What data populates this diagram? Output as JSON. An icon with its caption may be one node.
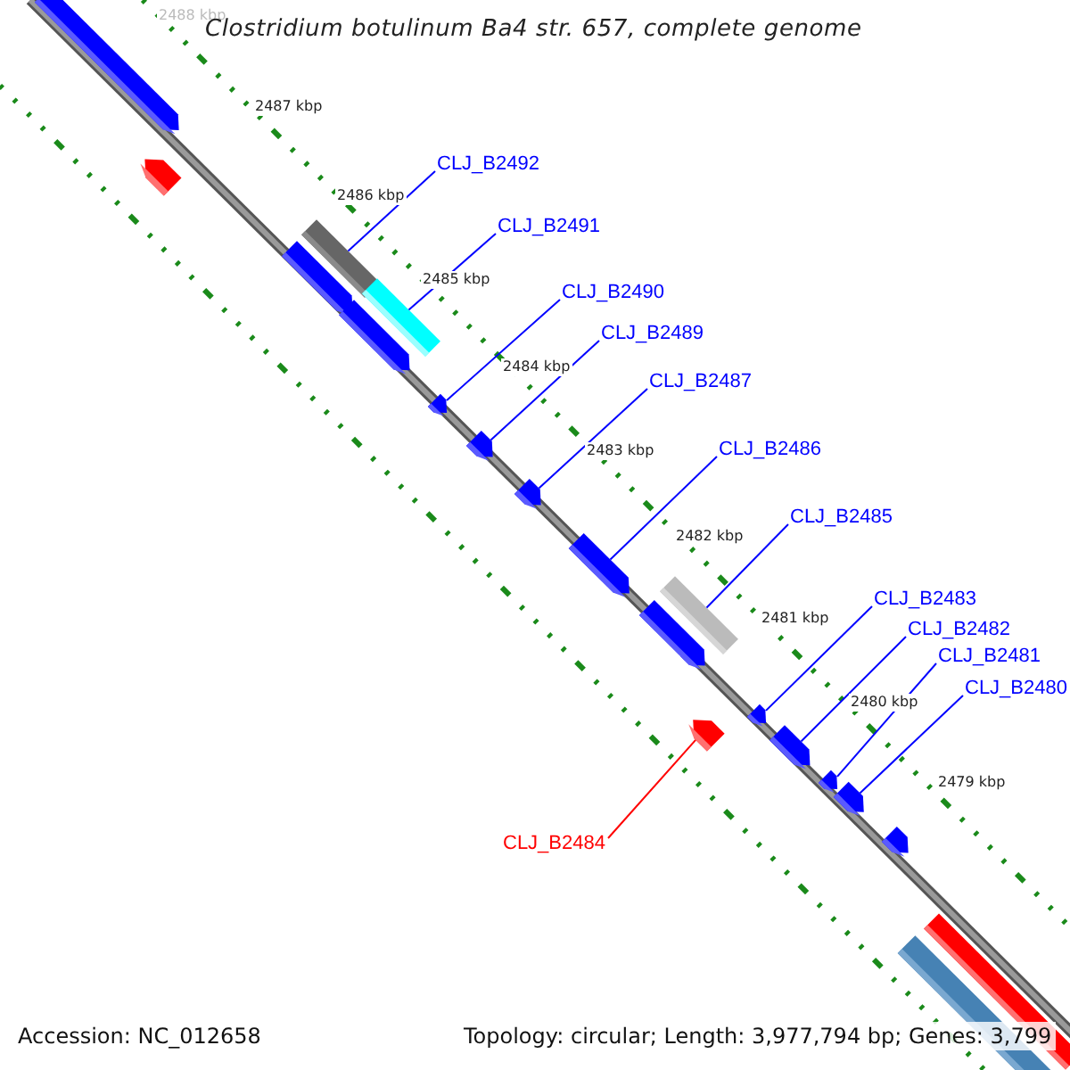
{
  "diagram": {
    "title": "Clostridium botulinum Ba4 str. 657, complete genome",
    "nodes": [
      {
        "text": [
          "CLJ_B2492"
        ]
      },
      {
        "text": [
          "CLJ_B2491"
        ]
      },
      {
        "text": [
          "CLJ_B2490"
        ]
      },
      {
        "text": [
          "CLJ_B2489"
        ]
      },
      {
        "text": [
          "CLJ_B2487"
        ]
      },
      {
        "text": [
          "CLJ_B2486"
        ]
      },
      {
        "text": [
          "CLJ_B2485"
        ]
      },
      {
        "text": [
          "CLJ_B2483"
        ]
      },
      {
        "text": [
          "CLJ_B2482"
        ]
      },
      {
        "text": [
          "CLJ_B2481"
        ]
      },
      {
        "text": [
          "CLJ_B2480"
        ]
      },
      {
        "text": [
          "CLJ_B2484"
        ]
      },
      {
        "text": [],
        "shape": "arrow"
      },
      {
        "text": [],
        "shape": "arrow"
      },
      {
        "text": [],
        "shape": "arrow"
      },
      {
        "text": [],
        "shape": "bar"
      },
      {
        "text": [],
        "shape": "arrow"
      },
      {
        "text": [],
        "shape": "bar"
      },
      {
        "text": [],
        "shape": "arrow"
      },
      {
        "text": [],
        "shape": "arrow"
      },
      {
        "text": [],
        "shape": "arrow"
      },
      {
        "text": [],
        "shape": "arrow"
      },
      {
        "text": [],
        "shape": "arrow"
      },
      {
        "text": [],
        "shape": "bar"
      },
      {
        "text": [],
        "shape": "arrow"
      },
      {
        "text": [],
        "shape": "arrow"
      },
      {
        "text": [],
        "shape": "arrow"
      },
      {
        "text": [],
        "shape": "arrow"
      },
      {
        "text": [],
        "shape": "arrow"
      },
      {
        "text": [],
        "shape": "arrow"
      },
      {
        "text": [],
        "shape": "bar"
      },
      {
        "text": [],
        "shape": "bar"
      }
    ],
    "edges": [
      {
        "from": 0,
        "to": 15,
        "arrow": "none"
      },
      {
        "from": 1,
        "to": 17,
        "arrow": "none"
      },
      {
        "from": 2,
        "to": 18,
        "arrow": "none"
      },
      {
        "from": 3,
        "to": 19,
        "arrow": "none"
      },
      {
        "from": 4,
        "to": 20,
        "arrow": "none"
      },
      {
        "from": 5,
        "to": 21,
        "arrow": "none"
      },
      {
        "from": 6,
        "to": 23,
        "arrow": "none"
      },
      {
        "from": 7,
        "to": 25,
        "arrow": "none"
      },
      {
        "from": 8,
        "to": 26,
        "arrow": "none"
      },
      {
        "from": 9,
        "to": 27,
        "arrow": "none"
      },
      {
        "from": 10,
        "to": 28,
        "arrow": "none"
      },
      {
        "from": 11,
        "to": 24,
        "arrow": "none",
        "color": "#ff0000"
      }
    ],
    "labels": [
      "2488 kbp",
      "2487 kbp",
      "2486 kbp",
      "2485 kbp",
      "2484 kbp",
      "2483 kbp",
      "2482 kbp",
      "2481 kbp",
      "2480 kbp",
      "2479 kbp",
      "Accession: NC_012658",
      "Topology: circular; Length: 3,977,794 bp; Genes: 3,799"
    ]
  }
}
